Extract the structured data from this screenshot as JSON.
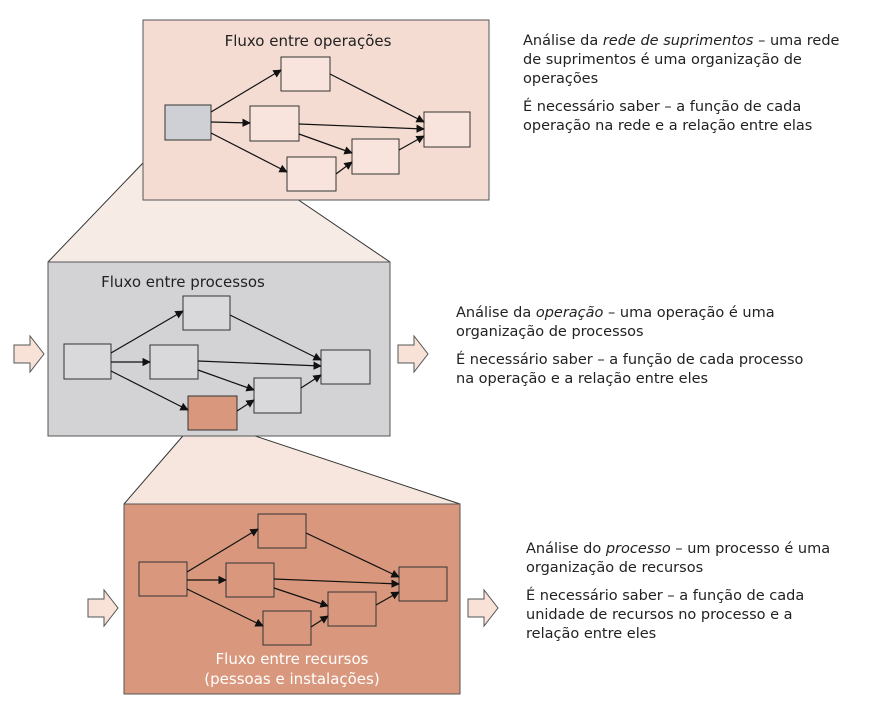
{
  "levels": [
    {
      "title": "Fluxo entre operações",
      "analysis": {
        "pre": "Análise da ",
        "em": "rede de suprimentos",
        "post": " – uma rede de suprimentos é uma organização de operações"
      },
      "need": "É necessário saber – a função de cada operação na rede e a relação entre elas"
    },
    {
      "title": "Fluxo entre processos",
      "analysis": {
        "pre": "Análise da ",
        "em": "operação",
        "post": " – uma operação é uma organização de processos"
      },
      "need": "É necessário saber – a função de cada processo na operação e a relação entre eles"
    },
    {
      "title_line1": "Fluxo entre recursos",
      "title_line2": "(pessoas e instalações)",
      "analysis": {
        "pre": "Análise do ",
        "em": "processo",
        "post": " – um processo é uma organização de recursos"
      },
      "need": "É necessário saber – a função de cada unidade de recursos no processo e a relação entre eles"
    }
  ],
  "colors": {
    "top_panel": "#f4dcd2",
    "middle_panel": "#d3d3d6",
    "bottom_panel": "#d9987d",
    "highlight_gray": "#cfd0d6",
    "highlight_orange": "#d9987d",
    "node_fill": "#f8e4dc"
  }
}
